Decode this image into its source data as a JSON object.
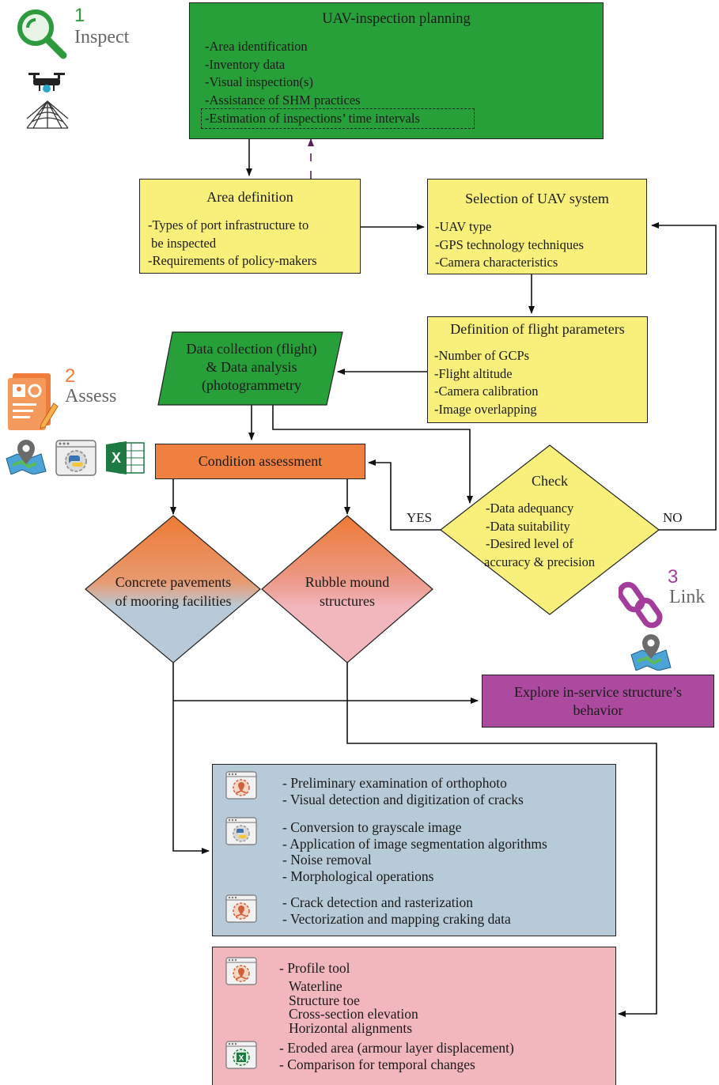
{
  "colors": {
    "green": "#27a03a",
    "yellow": "#f8f07a",
    "orange": "#f08040",
    "purple": "#ab4a9e",
    "steel_blue": "#b7cad7",
    "pink": "#f2b6bd",
    "step1": "#2e9a3e",
    "step2": "#f07c3c",
    "step3": "#a43c9c"
  },
  "steps": {
    "inspect": {
      "number": "1",
      "label": "Inspect",
      "icons": [
        "magnifier-icon",
        "drone-icon",
        "web-mesh-icon"
      ]
    },
    "assess": {
      "number": "2",
      "label": "Assess",
      "icons": [
        "report-icon",
        "map-pin-icon",
        "python-script-icon",
        "excel-icon"
      ]
    },
    "link": {
      "number": "3",
      "label": "Link",
      "icons": [
        "chain-link-icon",
        "map-pin-icon"
      ]
    }
  },
  "planning": {
    "title": "UAV-inspection planning",
    "items": [
      "-Area identification",
      "-Inventory data",
      "-Visual inspection(s)",
      "-Assistance of SHM practices",
      "-Estimation of inspections’ time intervals"
    ]
  },
  "area": {
    "title": "Area definition",
    "items": [
      "-Types of port infrastructure to",
      " be inspected",
      "-Requirements of policy-makers"
    ]
  },
  "uav": {
    "title": "Selection of UAV system",
    "items": [
      "-UAV type",
      "-GPS technology techniques",
      "-Camera characteristics"
    ]
  },
  "flight": {
    "title": "Definition of flight parameters",
    "items": [
      "-Number of GCPs",
      "-Flight altitude",
      "-Camera calibration",
      "-Image overlapping"
    ]
  },
  "collection": {
    "lines": [
      "Data collection (flight)",
      "& Data analysis",
      "(photogrammetry"
    ]
  },
  "condition": {
    "title": "Condition assessment"
  },
  "check": {
    "title": "Check",
    "items": [
      "-Data adequancy",
      "-Data suitability",
      "-Desired level of",
      "accuracy & precision"
    ],
    "yes": "YES",
    "no": "NO"
  },
  "concrete": {
    "lines": [
      "Concrete pavements",
      "of mooring facilities"
    ]
  },
  "rubble": {
    "lines": [
      "Rubble mound",
      "structures"
    ]
  },
  "explore": {
    "lines": [
      "Explore in-service structure’s",
      "behavior"
    ]
  },
  "blue_panel": {
    "groups": [
      {
        "icon": "gis-tool-icon",
        "items": [
          "- Preliminary examination of orthophoto",
          "- Visual detection and digitization of cracks"
        ]
      },
      {
        "icon": "python-script-icon",
        "items": [
          "- Conversion to grayscale image",
          "- Application of image segmentation algorithms",
          "- Noise removal",
          "- Morphological operations"
        ]
      },
      {
        "icon": "gis-tool-icon",
        "items": [
          "- Crack detection and rasterization",
          "- Vectorization and mapping craking data"
        ]
      }
    ]
  },
  "pink_panel": {
    "profile": {
      "icon": "gis-tool-icon",
      "title": "- Profile tool",
      "subitems": [
        "Waterline",
        "Structure toe",
        "Cross-section elevation",
        "Horizontal alignments"
      ]
    },
    "excel": {
      "icon": "excel-icon",
      "items": [
        "- Eroded area (armour layer displacement)",
        "- Comparison for temporal changes"
      ]
    }
  }
}
